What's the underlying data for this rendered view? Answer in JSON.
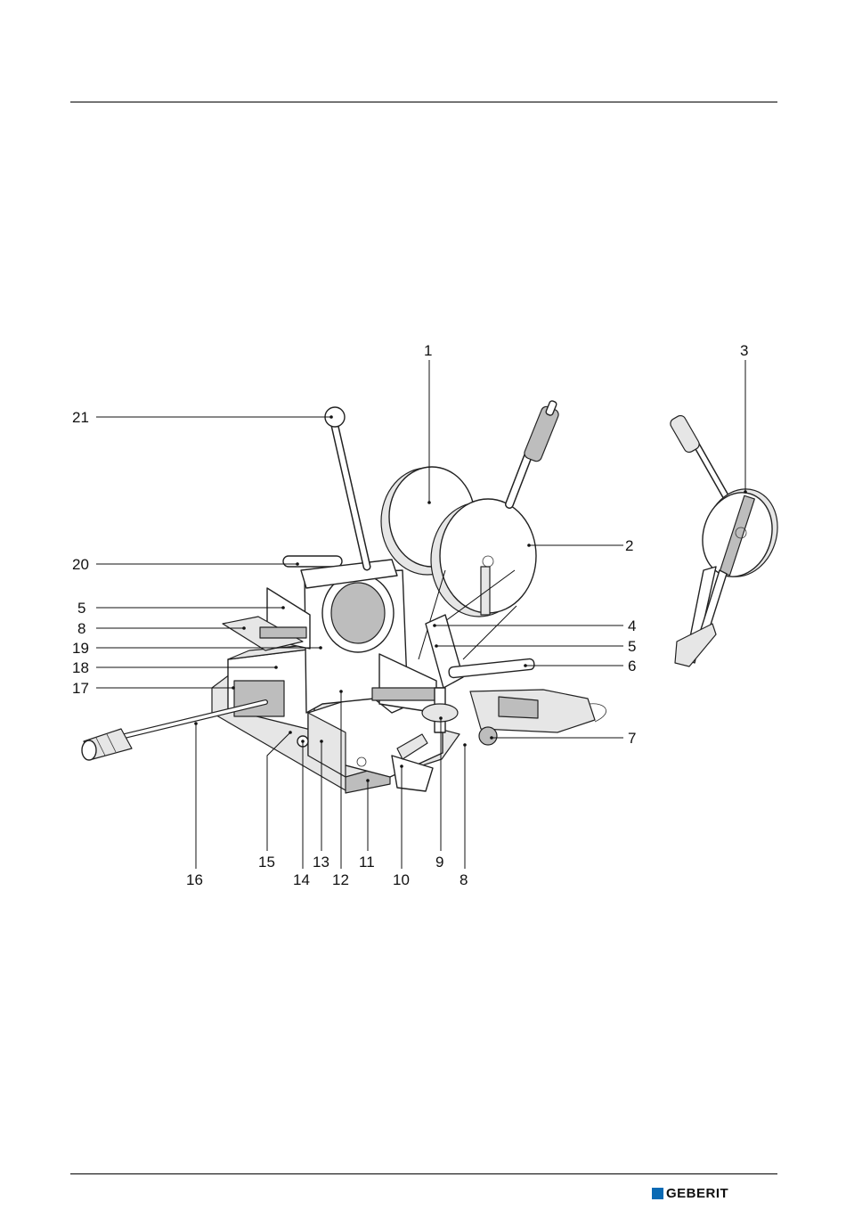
{
  "callouts": {
    "c1": "1",
    "c2": "2",
    "c3": "3",
    "c4": "4",
    "c5a": "5",
    "c5b": "5",
    "c6": "6",
    "c7": "7",
    "c8a": "8",
    "c8b": "8",
    "c9": "9",
    "c10": "10",
    "c11": "11",
    "c12": "12",
    "c13": "13",
    "c14": "14",
    "c15": "15",
    "c16": "16",
    "c17": "17",
    "c18": "18",
    "c19": "19",
    "c20": "20",
    "c21": "21"
  },
  "footer": {
    "brand": "GEBERIT",
    "brand_color": "#0a6ab4"
  }
}
